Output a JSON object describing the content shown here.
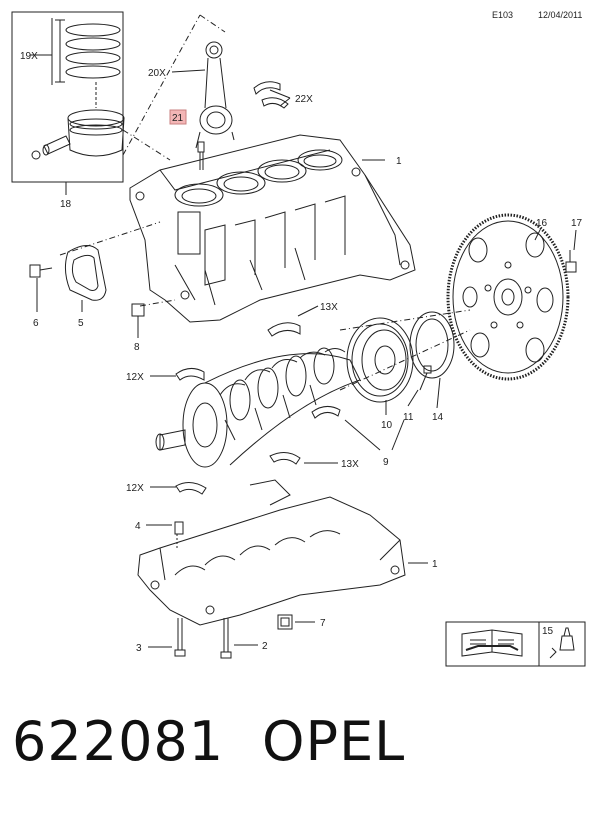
{
  "header": {
    "code": "E103",
    "date": "12/04/2011"
  },
  "footer": {
    "part_number": "622081",
    "brand": "OPEL"
  },
  "callouts": {
    "c19": "19X",
    "c20": "20X",
    "c21": "21",
    "c22": "22X",
    "c1a": "1",
    "c18": "18",
    "c16": "16",
    "c17": "17",
    "c6": "6",
    "c5": "5",
    "c8": "8",
    "c13a": "13X",
    "c12a": "12X",
    "c10": "10",
    "c11": "11",
    "c14": "14",
    "c9": "9",
    "c13b": "13X",
    "c12b": "12X",
    "c4": "4",
    "c1b": "1",
    "c7": "7",
    "c3": "3",
    "c2": "2",
    "c15": "15"
  },
  "colors": {
    "line": "#222222",
    "highlight": "#f3b6b6"
  },
  "icons": [
    "repair-manual-icon",
    "sealant-tube-icon"
  ]
}
